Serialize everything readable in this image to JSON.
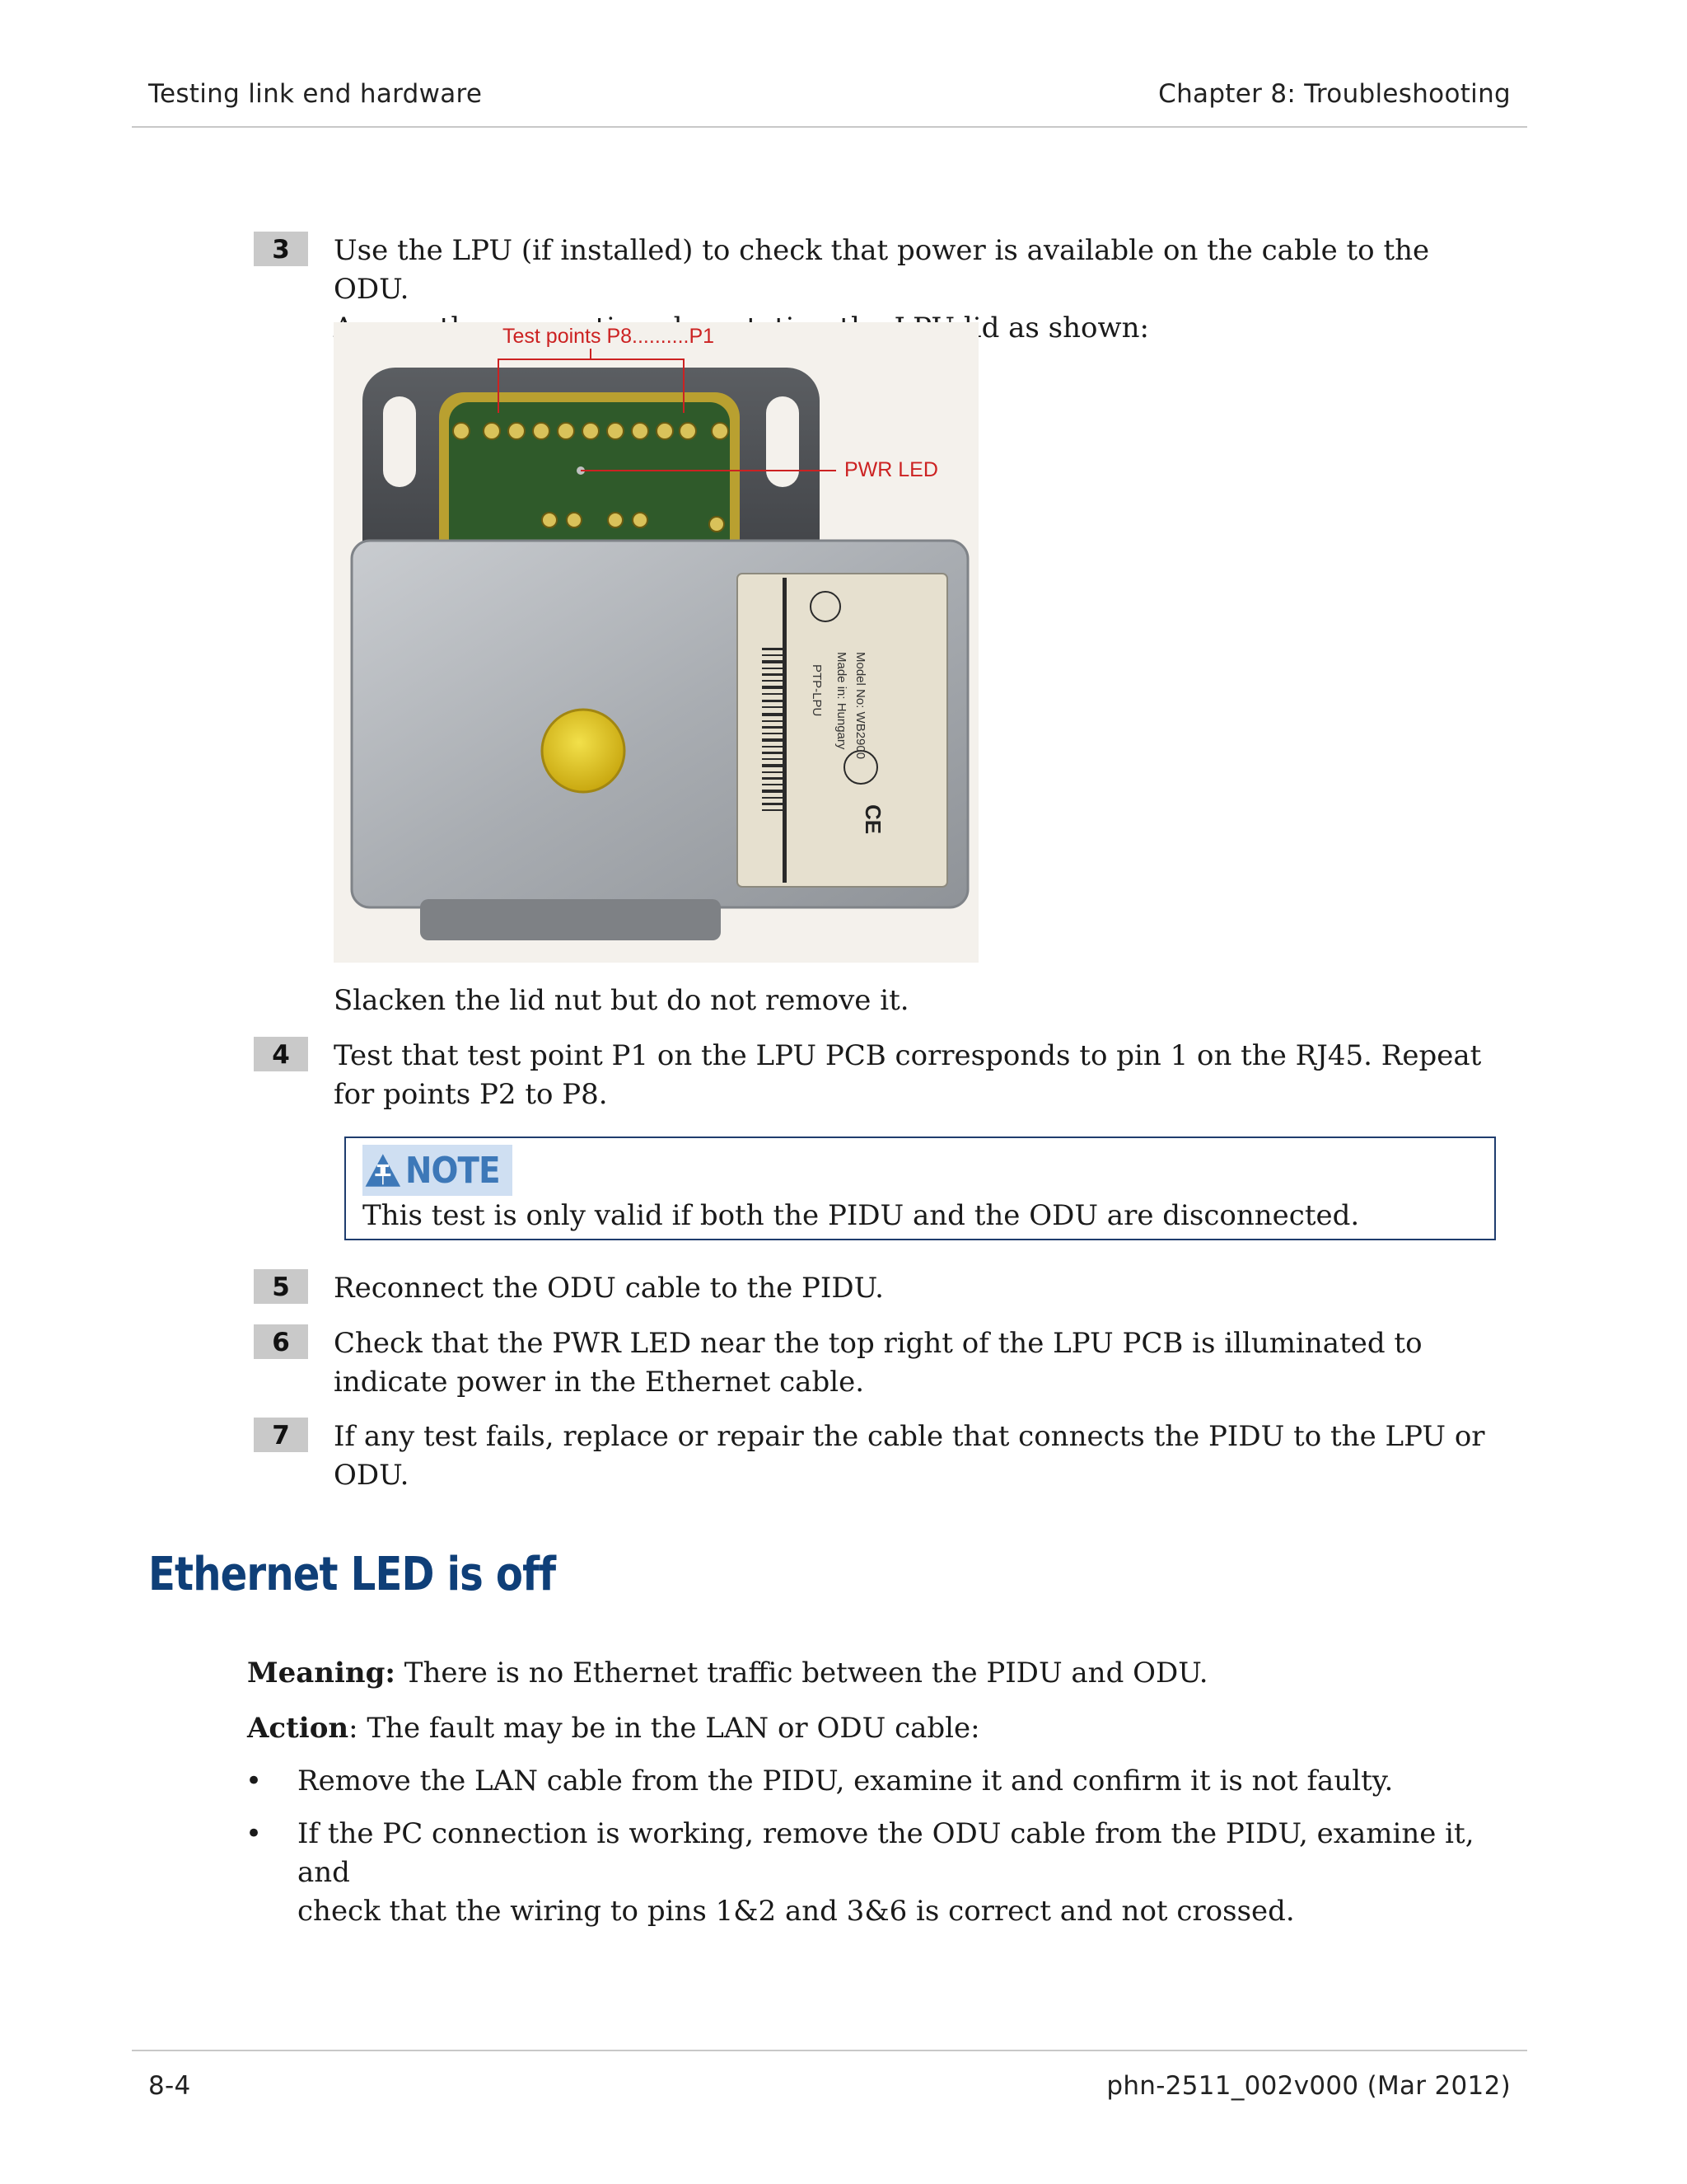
{
  "header": {
    "left": "Testing link end hardware",
    "right": "Chapter 8:  Troubleshooting"
  },
  "steps": [
    {
      "num": "3",
      "lines": [
        "Use the LPU (if installed) to check that power is available on the cable to the ODU.",
        "Access the connections by rotating the LPU lid as shown:"
      ]
    },
    {
      "num": "4",
      "lines": [
        "Test that test point P1 on the LPU PCB corresponds to pin 1 on the RJ45. Repeat",
        "for points P2 to P8."
      ]
    },
    {
      "num": "5",
      "lines": [
        "Reconnect the ODU cable to the PIDU."
      ]
    },
    {
      "num": "6",
      "lines": [
        "Check that the PWR LED near the top right of the LPU PCB is illuminated to",
        "indicate power in the Ethernet cable."
      ]
    },
    {
      "num": "7",
      "lines": [
        "If any test fails, replace or repair the cable that connects the PIDU to the LPU or",
        "ODU."
      ]
    }
  ],
  "figure": {
    "label_test_points": "Test points P8..........P1",
    "label_pwr_led": "PWR LED",
    "label_model": "Model No: WB2900",
    "label_made_in": "Made in: Hungary",
    "label_product": "PTP-LPU",
    "label_ce": "CE"
  },
  "after_figure_text": "Slacken the lid nut but do not remove it.",
  "note": {
    "badge": "NOTE",
    "text": "This test is only valid if both the PIDU and the ODU are disconnected."
  },
  "section": {
    "heading": "Ethernet LED is off",
    "meaning_label": "Meaning:",
    "meaning_text": " There is no Ethernet traffic between the PIDU and ODU.",
    "action_label": "Action",
    "action_text": ": The fault may be in the LAN or ODU cable:",
    "bullets": [
      [
        "Remove the LAN cable from the PIDU, examine it and confirm it is not faulty."
      ],
      [
        "If the PC connection is working, remove the ODU cable from the PIDU, examine it, and",
        "check that the wiring to pins 1&2 and 3&6 is correct and not crossed."
      ]
    ]
  },
  "footer": {
    "left": "8-4",
    "right": "phn-2511_002v000 (Mar 2012)"
  }
}
